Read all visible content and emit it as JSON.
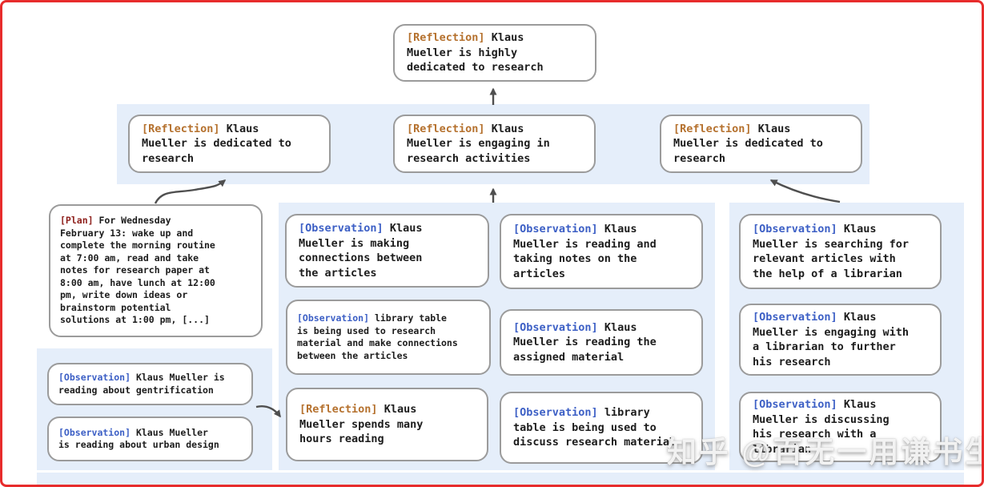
{
  "colors": {
    "reflection_label": "#b5712e",
    "observation_label": "#3c5fc5",
    "plan_label": "#8e1f1b",
    "band_background": "#e5eefa",
    "frame_border": "#e72c2c",
    "box_border": "#9b9b9b",
    "arrow": "#4f4f4f"
  },
  "watermark": "知乎 @百无一用谦书生",
  "nodes": {
    "top_reflection": {
      "label": "[Reflection]",
      "lines": [
        "Klaus",
        "Mueller is highly",
        "dedicated to research"
      ]
    },
    "row2_left_reflection": {
      "label": "[Reflection]",
      "lines": [
        "Klaus",
        "Mueller is dedicated to",
        "research"
      ]
    },
    "row2_mid_reflection": {
      "label": "[Reflection]",
      "lines": [
        "Klaus",
        "Mueller is engaging in",
        "research activities"
      ]
    },
    "row2_right_reflection": {
      "label": "[Reflection]",
      "lines": [
        "Klaus",
        "Mueller is dedicated to",
        "research"
      ]
    },
    "plan": {
      "label": "[Plan]",
      "lines": [
        "For Wednesday",
        "February 13: wake up and",
        "complete the morning routine",
        "at 7:00 am, read and take",
        "notes for research paper at",
        "8:00 am, have lunch at 12:00",
        "pm, write down ideas or",
        "brainstorm potential",
        "solutions at 1:00 pm, [...]"
      ]
    },
    "left_obs_gentrification": {
      "label": "[Observation]",
      "lines": [
        "Klaus Mueller is",
        "reading about gentrification"
      ]
    },
    "left_obs_urban_design": {
      "label": "[Observation]",
      "lines": [
        "Klaus Mueller",
        "is reading about urban design"
      ]
    },
    "mid_obs_connections": {
      "label": "[Observation]",
      "lines": [
        "Klaus",
        "Mueller is making",
        "connections between",
        "the articles"
      ]
    },
    "mid_obs_library_table_research": {
      "label": "[Observation]",
      "lines": [
        "library table",
        "is being used to research",
        "material and make connections",
        "between the articles"
      ]
    },
    "mid_reflection_hours_reading": {
      "label": "[Reflection]",
      "lines": [
        "Klaus",
        "Mueller spends many",
        "hours reading"
      ]
    },
    "mid_obs_taking_notes": {
      "label": "[Observation]",
      "lines": [
        "Klaus",
        "Mueller is reading and",
        "taking notes on the",
        "articles"
      ]
    },
    "mid_obs_assigned_material": {
      "label": "[Observation]",
      "lines": [
        "Klaus",
        "Mueller is reading the",
        "assigned material"
      ]
    },
    "mid_obs_library_table_discuss": {
      "label": "[Observation]",
      "lines": [
        "library",
        "table is being used to",
        "discuss research material"
      ]
    },
    "right_obs_searching_articles": {
      "label": "[Observation]",
      "lines": [
        "Klaus",
        "Mueller is searching for",
        "relevant articles with",
        "the help of a librarian"
      ]
    },
    "right_obs_engaging_librarian": {
      "label": "[Observation]",
      "lines": [
        "Klaus",
        "Mueller is engaging with",
        "a librarian to further",
        "his research"
      ]
    },
    "right_obs_discussing_research": {
      "label": "[Observation]",
      "lines": [
        "Klaus",
        "Mueller is discussing",
        "his research with a",
        "librarian"
      ]
    }
  }
}
